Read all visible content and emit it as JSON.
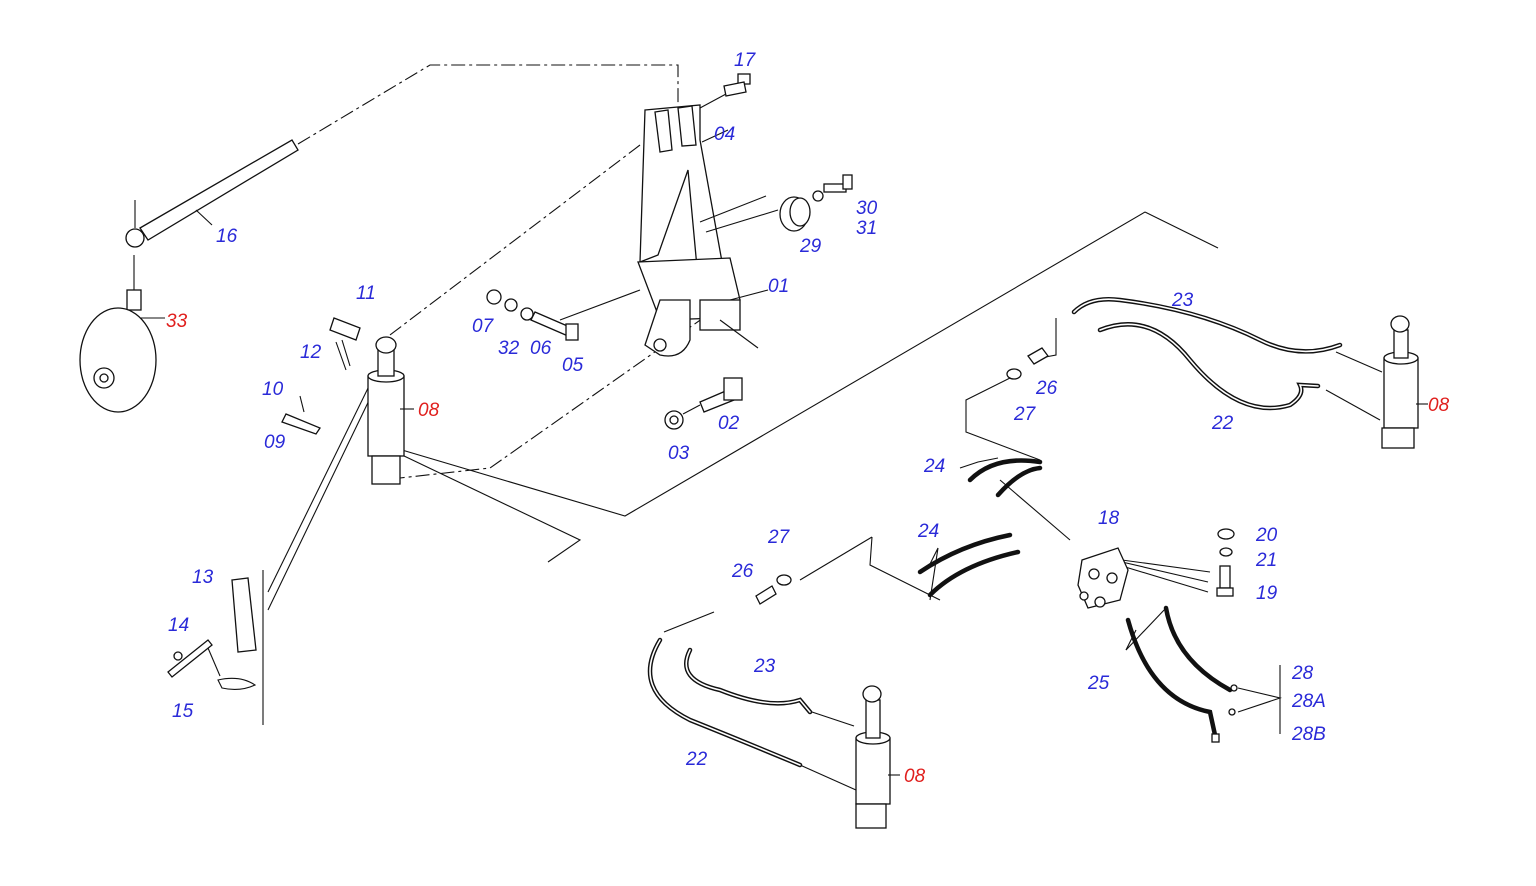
{
  "colors": {
    "label_blue": "#2a2ad8",
    "label_red": "#e0201e",
    "line": "#111111"
  },
  "labels": {
    "l01": "01",
    "l02": "02",
    "l03": "03",
    "l04": "04",
    "l05": "05",
    "l06": "06",
    "l07": "07",
    "l08a": "08",
    "l08b": "08",
    "l08c": "08",
    "l09": "09",
    "l10": "10",
    "l11": "11",
    "l12": "12",
    "l13": "13",
    "l14": "14",
    "l15": "15",
    "l16": "16",
    "l17": "17",
    "l18": "18",
    "l19": "19",
    "l20": "20",
    "l21": "21",
    "l22a": "22",
    "l22b": "22",
    "l23a": "23",
    "l23b": "23",
    "l24a": "24",
    "l24b": "24",
    "l25": "25",
    "l26a": "26",
    "l26b": "26",
    "l27a": "27",
    "l27b": "27",
    "l28": "28",
    "l28A": "28A",
    "l28B": "28B",
    "l29": "29",
    "l30": "30",
    "l31": "31",
    "l32": "32",
    "l33": "33"
  }
}
